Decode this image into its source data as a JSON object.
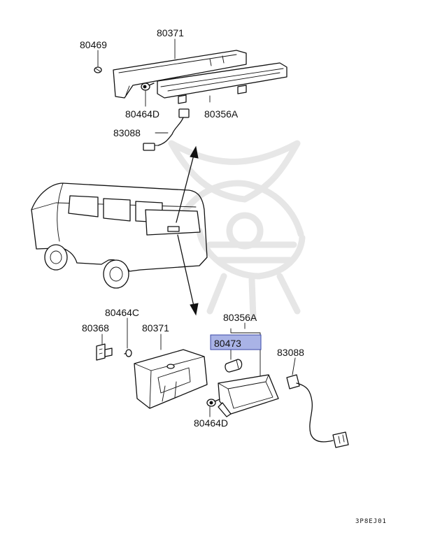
{
  "labels": {
    "top_lamp_cover": "80371",
    "top_screw": "80469",
    "top_bolt": "80464D",
    "top_lamp_assy": "80356A",
    "top_harness": "83088",
    "bottom_bolt_c": "80464C",
    "bottom_clip": "80368",
    "bottom_lamp_cover": "80371",
    "bottom_lamp_assy": "80356A",
    "bottom_bulb": "80473",
    "bottom_harness": "83088",
    "bottom_bolt_d": "80464D"
  },
  "diagram_code": "3P8EJ01",
  "colors": {
    "highlight_fill": "#a9b3e6",
    "highlight_border": "#3a4aa8",
    "line": "#111111",
    "watermark": "#e4e4e4"
  }
}
